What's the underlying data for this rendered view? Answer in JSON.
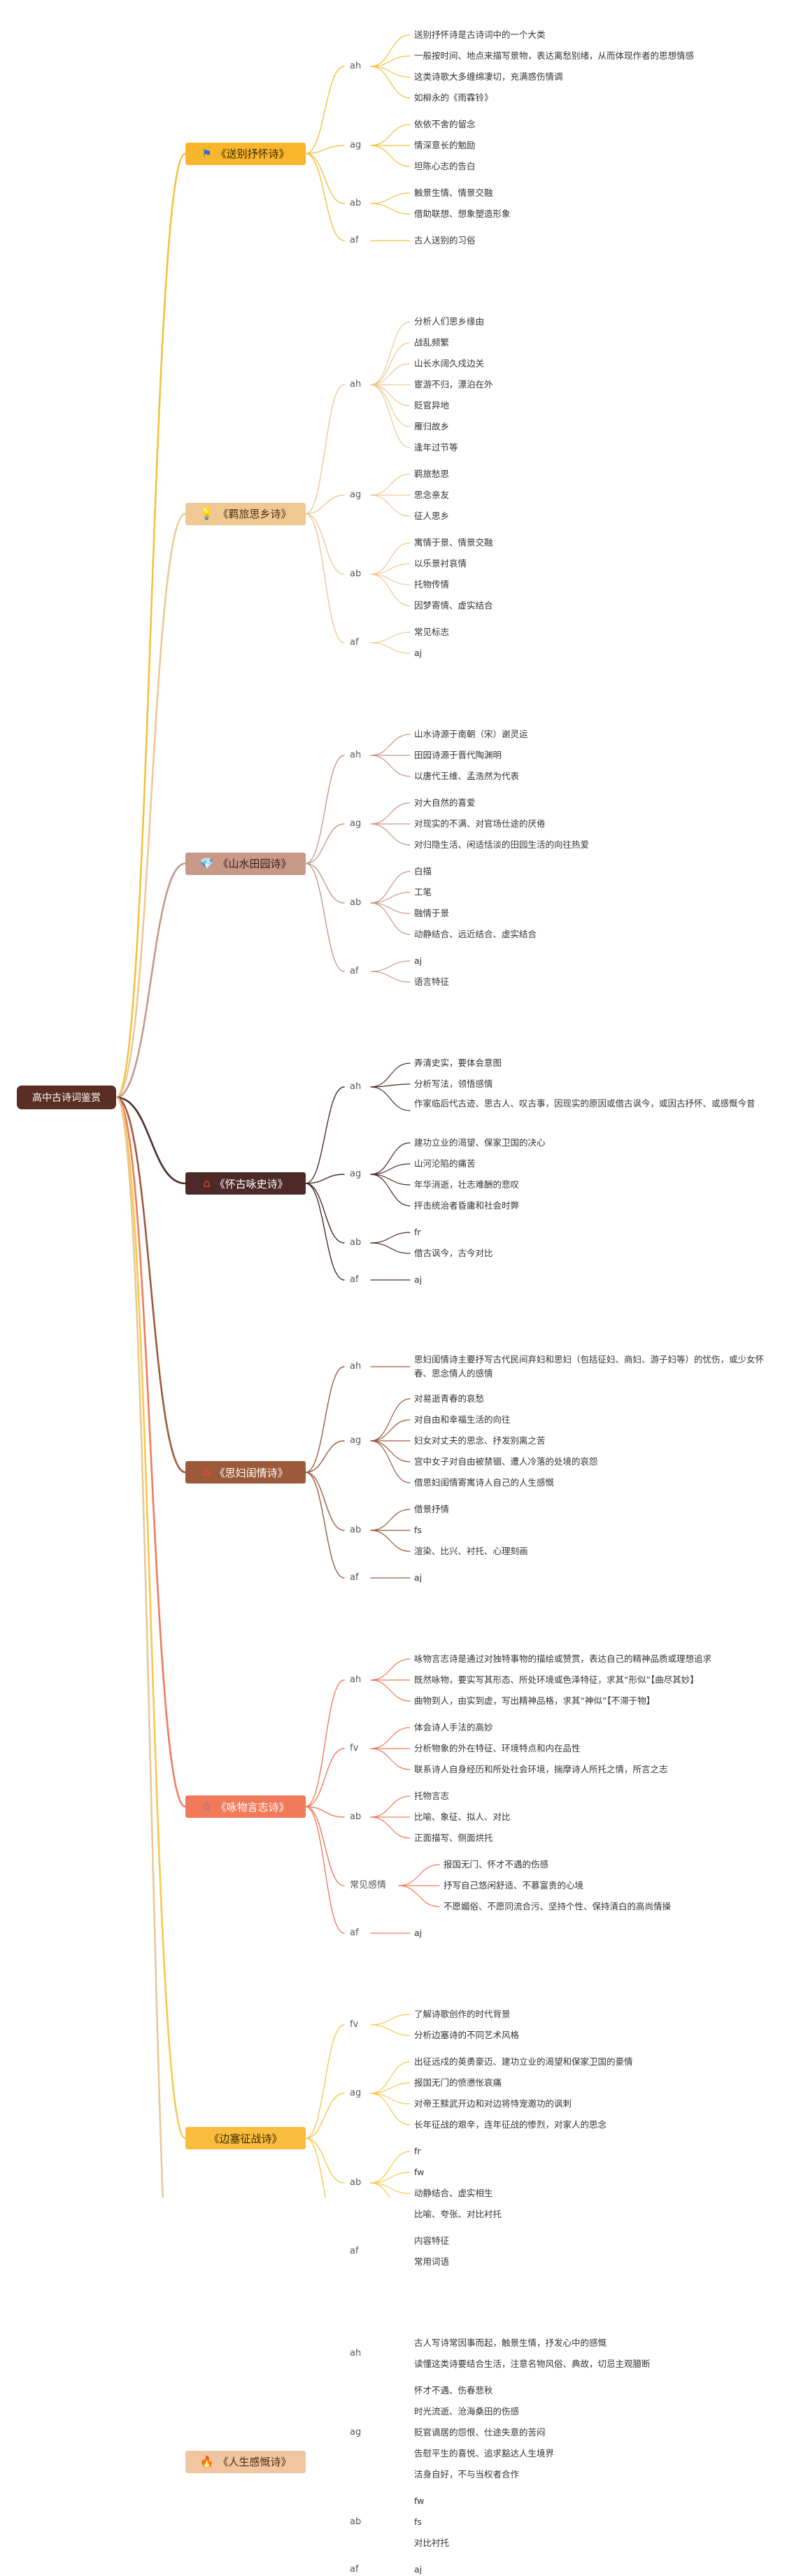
{
  "root": "高中古诗词鉴赏",
  "topics": [
    {
      "title": "《送别抒怀诗》",
      "icon": "flag-icon",
      "glyph": "⚑",
      "bg": "#f9b52b",
      "fg": "#3a2a00",
      "iconColor": "#2b6fd6",
      "line": "#f2c23a",
      "branches": [
        {
          "label": "ah",
          "items": [
            "送别抒怀诗是古诗词中的一个大类",
            "一般按时间、地点来描写景物，表达离愁别绪，从而体现作者的思想情感",
            "这类诗歌大多缠绵凄切，充满惑伤情调",
            "如柳永的《雨霖铃》"
          ]
        },
        {
          "label": "ag",
          "items": [
            "依依不舍的留念",
            "情深意长的勉励",
            "坦陈心志的告白"
          ]
        },
        {
          "label": "ab",
          "items": [
            "触景生情、情景交融",
            "借助联想、想象塑造形象"
          ]
        },
        {
          "label": "af",
          "items": [
            "古人送别的习俗"
          ]
        }
      ]
    },
    {
      "title": "《羁旅思乡诗》",
      "icon": "lightbulb-icon",
      "glyph": "💡",
      "bg": "#efc894",
      "fg": "#4a3010",
      "iconColor": "#f7d94a",
      "line": "#efc894",
      "branches": [
        {
          "label": "ah",
          "items": [
            "分析人们思乡缘由",
            "战乱频繁",
            "山长水阔久戍边关",
            "宦游不归，漂泊在外",
            "贬官异地",
            "雁归故乡",
            "逢年过节等"
          ]
        },
        {
          "label": "ag",
          "items": [
            "羁旅愁思",
            "思念亲友",
            "征人思乡"
          ]
        },
        {
          "label": "ab",
          "items": [
            "寓情于景、情景交融",
            "以乐景衬哀情",
            "托物传情",
            "因梦寄情、虚实结合"
          ]
        },
        {
          "label": "af",
          "items": [
            "常见标志",
            "aj"
          ]
        }
      ]
    },
    {
      "title": "《山水田园诗》",
      "icon": "diamond-icon",
      "glyph": "💎",
      "bg": "#c89888",
      "fg": "#3a1a10",
      "iconColor": "#f5c430",
      "line": "#c89888",
      "branches": [
        {
          "label": "ah",
          "items": [
            "山水诗源于南朝（宋）谢灵运",
            "田园诗源于晋代陶渊明",
            "以唐代王维、孟浩然为代表"
          ]
        },
        {
          "label": "ag",
          "items": [
            "对大自然的喜爱",
            "对现实的不满、对官场仕途的厌倦",
            "对归隐生活、闲适恬淡的田园生活的向往热爱"
          ]
        },
        {
          "label": "ab",
          "items": [
            "白描",
            "工笔",
            "融情于景",
            "动静结合、远近结合、虚实结合"
          ]
        },
        {
          "label": "af",
          "items": [
            "aj",
            "语言特征"
          ]
        }
      ]
    },
    {
      "title": "《怀古咏史诗》",
      "icon": "house-icon",
      "glyph": "⌂",
      "bg": "#4d2a28",
      "fg": "#ffffff",
      "iconColor": "#e04a3a",
      "line": "#4d2a28",
      "branches": [
        {
          "label": "ah",
          "items": [
            "弄清史实，要体会意图",
            "分析写法，领悟感情",
            "作家临后代古迹、思古人、叹古事，因现实的原因或借古讽今，或因古抒怀、或感慨今昔"
          ]
        },
        {
          "label": "ag",
          "items": [
            "建功立业的渴望、保家卫国的决心",
            "山河沦陷的痛苦",
            "年华消逝，壮志难酬的悲叹",
            "抨击统治者昏庸和社会时弊"
          ]
        },
        {
          "label": "ab",
          "items": [
            "fr",
            "借古讽今，古今对比"
          ]
        },
        {
          "label": "af",
          "items": [
            "aj"
          ]
        }
      ]
    },
    {
      "title": "《思妇闺情诗》",
      "icon": "house-icon",
      "glyph": "⌂",
      "bg": "#9c5a3a",
      "fg": "#ffffff",
      "iconColor": "#e84a3a",
      "line": "#9c5a3a",
      "branches": [
        {
          "label": "ah",
          "items": [
            "思妇闺情诗主要抒写古代民间弃妇和思妇（包括征妇、商妇、游子妇等）的忧伤，或少女怀春、思念情人的感情"
          ]
        },
        {
          "label": "ag",
          "items": [
            "对易逝青春的哀愁",
            "对自由和幸福生活的向往",
            "妇女对丈夫的思念、抒发别离之苦",
            "宫中女子对自由被禁锢、遭人冷落的处境的哀怨",
            "借思妇闺情寄寓诗人自己的人生感慨"
          ]
        },
        {
          "label": "ab",
          "items": [
            "借景抒情",
            "fs",
            "渲染、比兴、衬托、心理刻画"
          ]
        },
        {
          "label": "af",
          "items": [
            "aj"
          ]
        }
      ]
    },
    {
      "title": "《咏物言志诗》",
      "icon": "star-icon",
      "glyph": "☆",
      "bg": "#f07a5a",
      "fg": "#ffffff",
      "iconColor": "#7a6a9a",
      "line": "#f07a5a",
      "branches": [
        {
          "label": "ah",
          "items": [
            "咏物言志诗是通过对独特事物的描绘或赞赏，表达自己的精神品质或理想追求",
            "既然咏物，要实写其形态、所处环境或色泽特征，求其“形似”【曲尽其妙】",
            "曲物到人，由实到虚，写出精神品格，求其“神似”【不滞于物】"
          ]
        },
        {
          "label": "fv",
          "items": [
            "体会诗人手法的高妙",
            "分析物象的外在特征、环境特点和内在品性",
            "联系诗人自身经历和所处社会环境，揣摩诗人所托之情，所言之志"
          ]
        },
        {
          "label": "ab",
          "items": [
            "托物言志",
            "比喻、象征、拟人、对比",
            "正面描写、侧面烘托"
          ]
        },
        {
          "label": "常见感情",
          "items": [
            "报国无门、怀才不遇的伤感",
            "抒写自己悠闲舒适、不慕富贵的心境",
            "不愿媚俗、不愿同流合污、坚持个性、保持清白的高尚情操"
          ]
        },
        {
          "label": "af",
          "items": [
            "aj"
          ]
        }
      ]
    },
    {
      "title": "《边塞征战诗》",
      "icon": "",
      "glyph": "",
      "bg": "#f9bc3c",
      "fg": "#3a2a00",
      "iconColor": "#f9bc3c",
      "line": "#f9c84a",
      "branches": [
        {
          "label": "fv",
          "items": [
            "了解诗歌创作的时代背景",
            "分析边塞诗的不同艺术风格"
          ]
        },
        {
          "label": "ag",
          "items": [
            "出征远戍的英勇豪迈、建功立业的渴望和保家卫国的豪情",
            "报国无门的愤懑怅哀痛",
            "对帝王黩武开边和对边将恃宠邀功的讽刺",
            "长年征战的艰辛，连年征战的惨烈，对家人的思念"
          ]
        },
        {
          "label": "ab",
          "items": [
            "fr",
            "fw",
            "动静结合、虚实相生",
            "比喻、夸张、对比衬托"
          ]
        },
        {
          "label": "af",
          "items": [
            "内容特征",
            "常用词语"
          ]
        }
      ]
    },
    {
      "title": "《人生感慨诗》",
      "icon": "flame-icon",
      "glyph": "🔥",
      "bg": "#f0c6a0",
      "fg": "#4a2a10",
      "iconColor": "#e03a20",
      "line": "#e8c89a",
      "branches": [
        {
          "label": "ah",
          "items": [
            "古人写诗常因事而起，触景生情，抒发心中的感慨",
            "读懂这类诗要结合生活，注意名物风俗、典故，切忌主观臆断"
          ]
        },
        {
          "label": "ag",
          "items": [
            "怀才不遇、伤春悲秋",
            "时光流逝、沧海桑田的伤感",
            "贬官谪居的怨恨、仕途失意的苦闷",
            "告慰平生的喜悦、追求豁达人生境界",
            "洁身自好，不与当权者合作"
          ]
        },
        {
          "label": "ab",
          "items": [
            "fw",
            "fs",
            "对比衬托"
          ]
        },
        {
          "label": "af",
          "items": [
            "aj"
          ]
        }
      ]
    }
  ]
}
